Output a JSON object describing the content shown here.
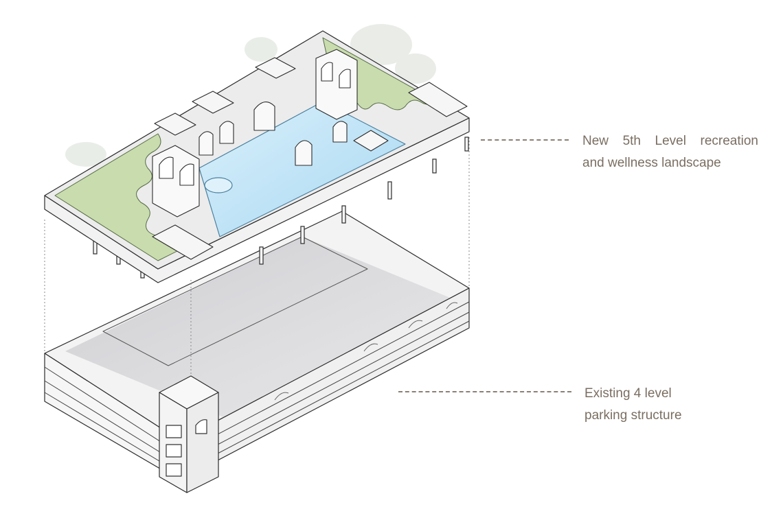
{
  "callouts": {
    "new_level": {
      "words": [
        "New",
        "5th",
        "Level",
        "recreation"
      ],
      "line2": "and wellness landscape"
    },
    "existing": {
      "line1": "Existing 4 level",
      "line2": "parking structure"
    }
  },
  "colors": {
    "pool_water": "#bfe3f6",
    "lawn": "#c9dcae",
    "deck": "#ededed",
    "structure": "#f4f4f4",
    "shadow": "#d6d6da",
    "label_text": "#7a6e62",
    "leader_line": "#8a7f74",
    "outline": "#2b2b2b"
  }
}
